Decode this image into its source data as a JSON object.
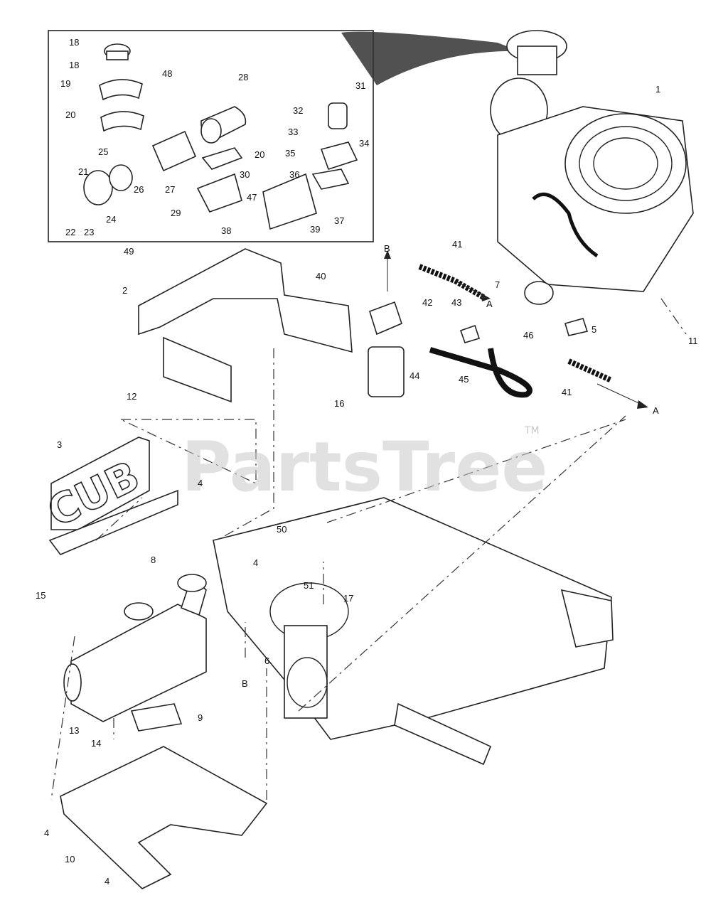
{
  "watermark": {
    "text": "PartsTree",
    "tm": "TM"
  },
  "letters": {
    "A": "A",
    "B": "B"
  },
  "callouts": [
    {
      "n": "18"
    },
    {
      "n": "18"
    },
    {
      "n": "48"
    },
    {
      "n": "19"
    },
    {
      "n": "28"
    },
    {
      "n": "31"
    },
    {
      "n": "20"
    },
    {
      "n": "32"
    },
    {
      "n": "33"
    },
    {
      "n": "34"
    },
    {
      "n": "25"
    },
    {
      "n": "35"
    },
    {
      "n": "20"
    },
    {
      "n": "21"
    },
    {
      "n": "30"
    },
    {
      "n": "36"
    },
    {
      "n": "26"
    },
    {
      "n": "27"
    },
    {
      "n": "47"
    },
    {
      "n": "24"
    },
    {
      "n": "29"
    },
    {
      "n": "37"
    },
    {
      "n": "22"
    },
    {
      "n": "23"
    },
    {
      "n": "38"
    },
    {
      "n": "39"
    },
    {
      "n": "1"
    },
    {
      "n": "49"
    },
    {
      "n": "41"
    },
    {
      "n": "40"
    },
    {
      "n": "7"
    },
    {
      "n": "2"
    },
    {
      "n": "42"
    },
    {
      "n": "43"
    },
    {
      "n": "11"
    },
    {
      "n": "46"
    },
    {
      "n": "5"
    },
    {
      "n": "44"
    },
    {
      "n": "45"
    },
    {
      "n": "16"
    },
    {
      "n": "41"
    },
    {
      "n": "12"
    },
    {
      "n": "3"
    },
    {
      "n": "4"
    },
    {
      "n": "50"
    },
    {
      "n": "4"
    },
    {
      "n": "51"
    },
    {
      "n": "8"
    },
    {
      "n": "15"
    },
    {
      "n": "17"
    },
    {
      "n": "6"
    },
    {
      "n": "9"
    },
    {
      "n": "13"
    },
    {
      "n": "14"
    },
    {
      "n": "4"
    },
    {
      "n": "10"
    },
    {
      "n": "4"
    }
  ],
  "emblem": {
    "text": "CUB"
  }
}
